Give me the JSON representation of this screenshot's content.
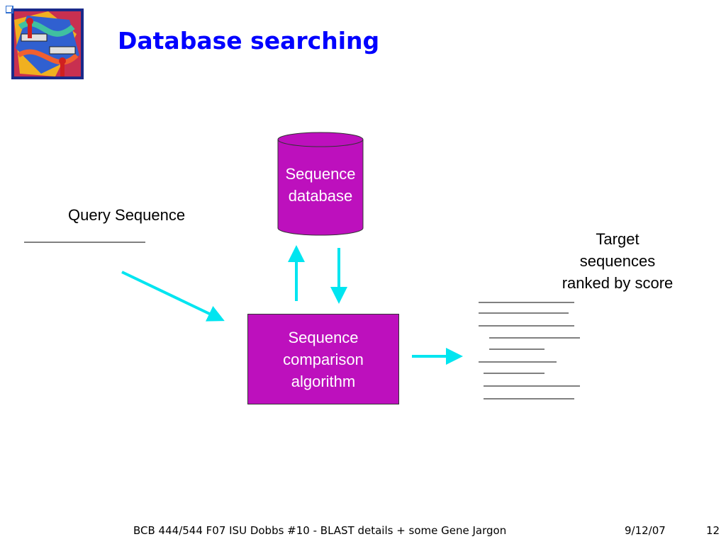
{
  "slide": {
    "title": "Database searching",
    "footer": {
      "text": "BCB 444/544 F07 ISU Dobbs #10 - BLAST details + some Gene Jargon",
      "date": "9/12/07",
      "page": "12"
    }
  },
  "diagram": {
    "query_label": "Query Sequence",
    "database_label": [
      "Sequence",
      "database"
    ],
    "algorithm_label": [
      "Sequence",
      "comparison",
      "algorithm"
    ],
    "target_label": [
      "Target",
      "sequences",
      "ranked by score"
    ]
  },
  "colors": {
    "title": "#0000ff",
    "box_fill": "#bd10bd",
    "arrow": "#00e5f0"
  },
  "icons": [
    "clipart-logo-icon"
  ]
}
